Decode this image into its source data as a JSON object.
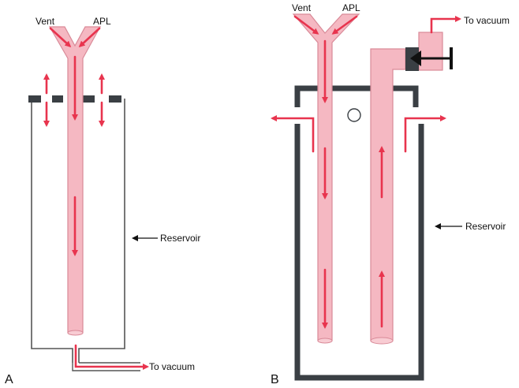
{
  "colors": {
    "tube_fill": "#f5b8c2",
    "tube_edge": "#d98a98",
    "arrow": "#e8344e",
    "wall_dark": "#3a3f44",
    "wall_thin": "#555555",
    "background": "#ffffff"
  },
  "panel_a": {
    "letter": "A",
    "vent_label": "Vent",
    "apl_label": "APL",
    "reservoir_label": "Reservoir",
    "vacuum_label": "To vacuum"
  },
  "panel_b": {
    "letter": "B",
    "vent_label": "Vent",
    "apl_label": "APL",
    "reservoir_label": "Reservoir",
    "vacuum_label": "To vacuum"
  }
}
